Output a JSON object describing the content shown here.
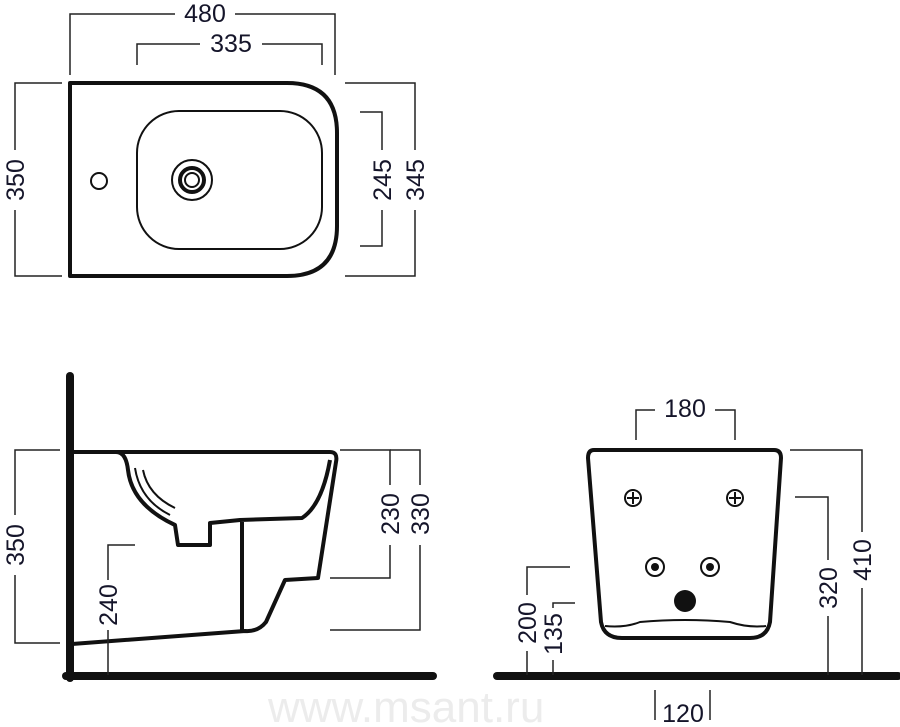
{
  "watermark": "www.msant.ru",
  "top_view": {
    "width_total": "480",
    "width_bowl": "335",
    "depth_left": "350",
    "bowl_depth": "245",
    "depth_right": "345"
  },
  "side_view": {
    "height_total": "350",
    "bowl_height": "230",
    "height_front": "330",
    "bottom_height": "240"
  },
  "front_view": {
    "bolt_spacing": "180",
    "height_total": "410",
    "bolt_height": "320",
    "supply_height": "200",
    "drain_height": "135",
    "supply_spacing": "120"
  }
}
